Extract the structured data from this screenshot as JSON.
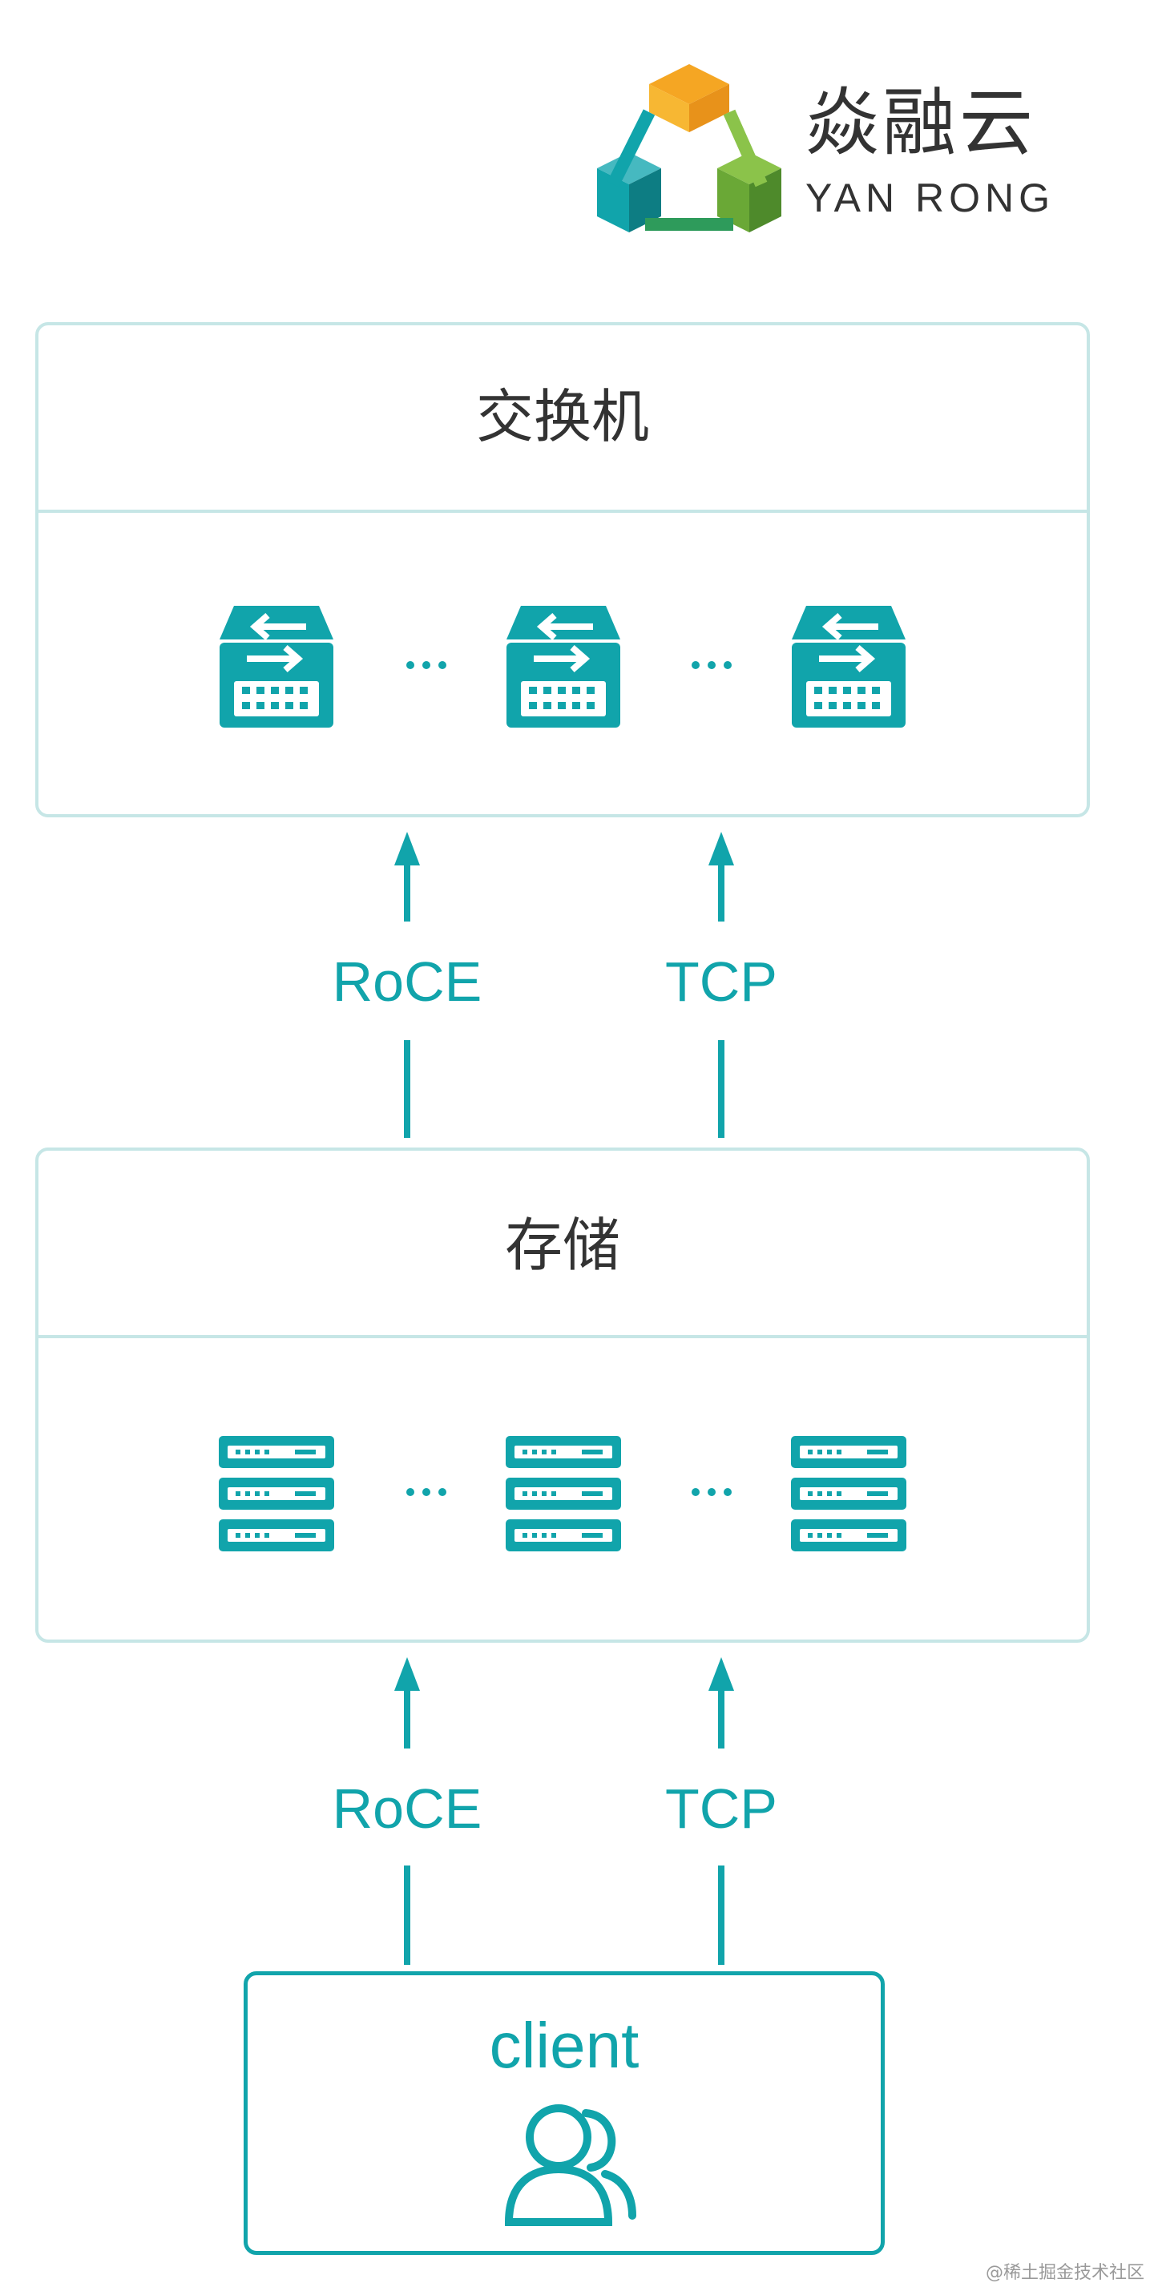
{
  "brand": {
    "name_cn": "焱融云",
    "name_en": "YAN RONG",
    "logo_colors": [
      "#f7a623",
      "#8bc34a",
      "#11a4ab",
      "#2e7d32"
    ]
  },
  "switch_box": {
    "title": "交换机",
    "icon": "network-switch-icon",
    "separator": "···"
  },
  "storage_box": {
    "title": "存储",
    "icon": "storage-server-icon",
    "separator": "···"
  },
  "links_upper": [
    {
      "label": "RoCE"
    },
    {
      "label": "TCP"
    }
  ],
  "links_lower": [
    {
      "label": "RoCE"
    },
    {
      "label": "TCP"
    }
  ],
  "client": {
    "label": "client",
    "icon": "users-icon"
  },
  "watermark": "@稀土掘金技术社区",
  "colors": {
    "accent": "#11a4ab",
    "border": "#c6e6e6",
    "text": "#333333"
  }
}
